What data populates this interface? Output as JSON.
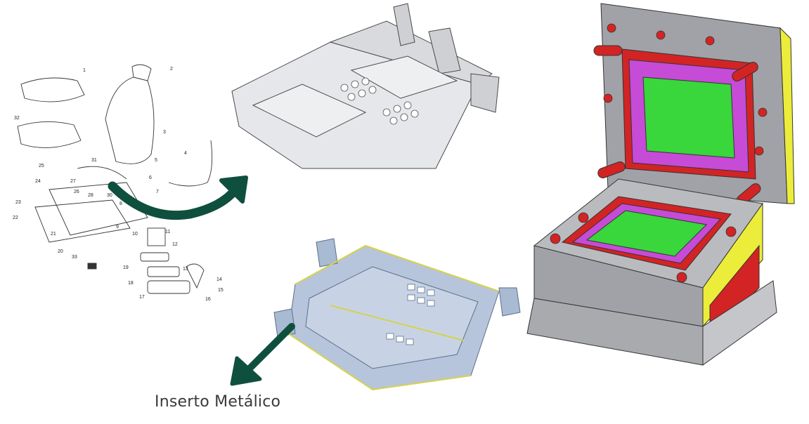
{
  "caption": "Inserto Metálico",
  "callouts": [
    "1",
    "2",
    "3",
    "4",
    "5",
    "31",
    "32",
    "25",
    "24",
    "27",
    "28",
    "26",
    "23",
    "22",
    "21",
    "20",
    "33",
    "9",
    "10",
    "11",
    "12",
    "19",
    "18",
    "17",
    "14",
    "15",
    "16",
    "30",
    "6",
    "7",
    "8",
    "13"
  ],
  "colors": {
    "arrow": "#0f4f3e",
    "mold_gray": "#9a9ca1",
    "mold_red": "#d22424",
    "mold_magenta": "#c64bd6",
    "mold_green": "#39d63c",
    "mold_yellow": "#ecec3a",
    "insert_blue": "#aebfd8"
  }
}
